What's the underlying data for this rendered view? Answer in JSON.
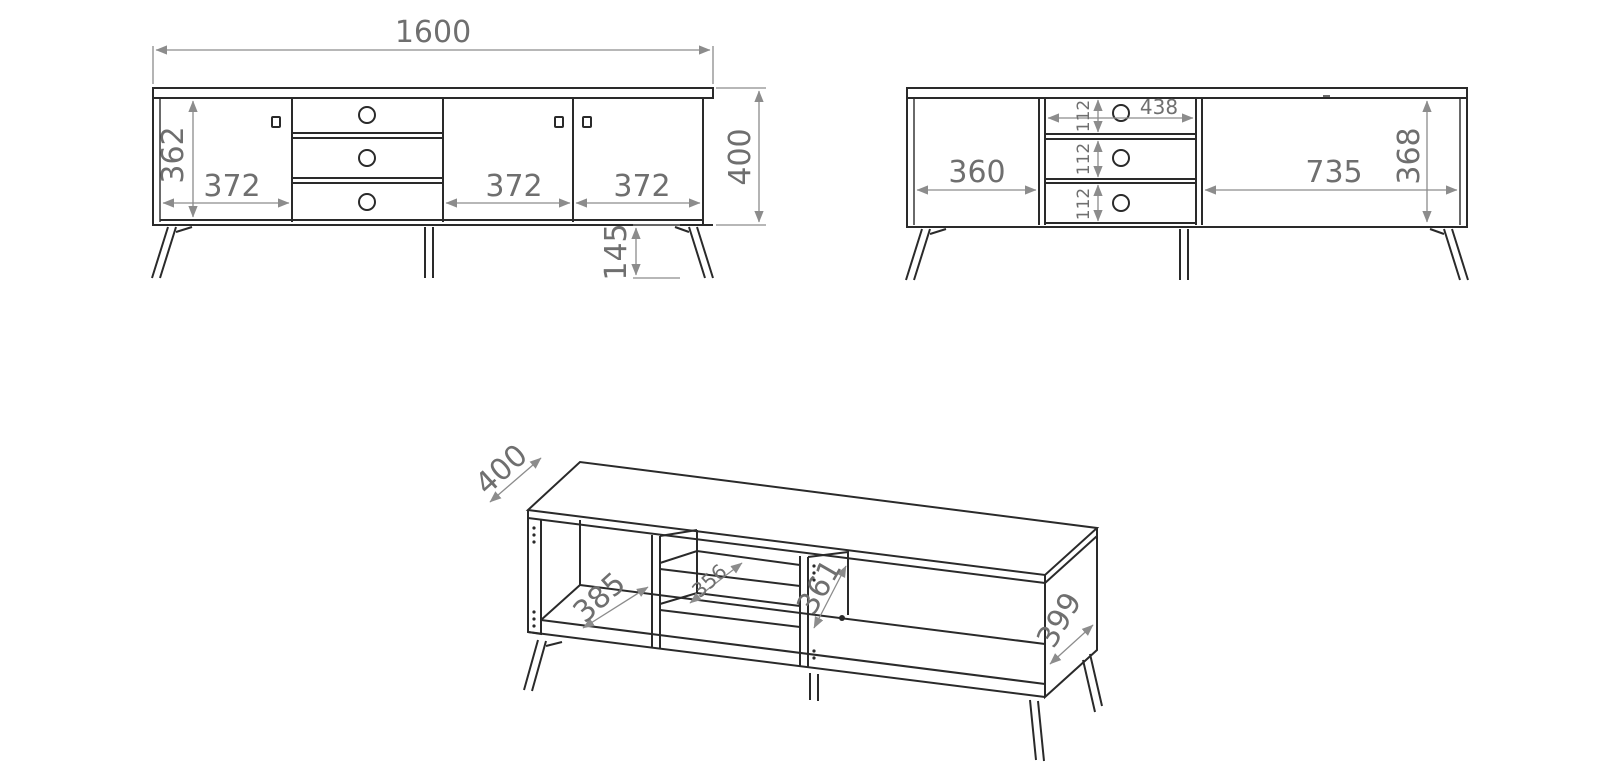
{
  "front_view": {
    "total_width": "1600",
    "total_height": "400",
    "door_height": "362",
    "leg_height": "145",
    "left_door_width": "372",
    "middle_door_width": "372",
    "right_door_width": "372"
  },
  "back_view": {
    "left_compartment_width": "360",
    "drawer_width": "438",
    "drawer_heights": [
      "112",
      "112",
      "112"
    ],
    "right_compartment_width": "735",
    "inner_height": "368"
  },
  "iso_view": {
    "depth": "400",
    "left_inner_depth": "385",
    "shelf_depth": "356",
    "center_height": "361",
    "side_height": "399"
  },
  "colors": {
    "line": "#2a2a2a",
    "dimension": "#8c8c8c",
    "text": "#6f6f6f"
  }
}
